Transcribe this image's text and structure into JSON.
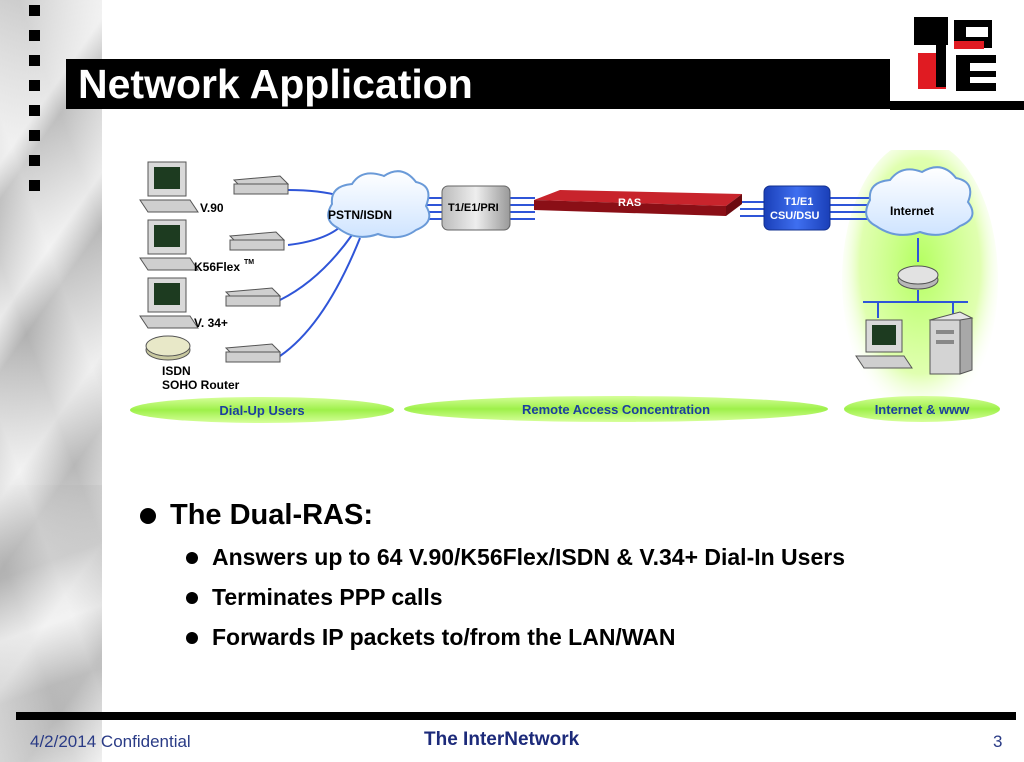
{
  "slide": {
    "title": "Network Application",
    "date": "4/2/2014",
    "confidential": "Confidential",
    "company": "The InterNetwork",
    "page_number": "3"
  },
  "diagram": {
    "clients": [
      "V.90",
      "K56Flex",
      "V. 34+",
      "ISDN",
      "SOHO Router"
    ],
    "trademark": "TM",
    "pstn": "PSTN/ISDN",
    "t1e1pri": "T1/E1/PRI",
    "ras": "RAS",
    "csu_line1": "T1/E1",
    "csu_line2": "CSU/DSU",
    "internet": "Internet",
    "zones": [
      "Dial-Up Users",
      "Remote Access Concentration",
      "Internet & www"
    ]
  },
  "bullets": {
    "main": "The Dual-RAS:",
    "sub": [
      "Answers up to 64 V.90/K56Flex/ISDN & V.34+ Dial-In Users",
      "Terminates PPP calls",
      "Forwards IP packets to/from the LAN/WAN"
    ]
  },
  "colors": {
    "accent_blue": "#1c2a7a",
    "link_blue": "#2f55d8",
    "ras_red": "#b5121b",
    "zone_green": "#9ef04a"
  },
  "icons": [
    "computer-icon",
    "modem-icon",
    "cloud-icon",
    "router-icon",
    "server-icon",
    "logo-icon"
  ]
}
